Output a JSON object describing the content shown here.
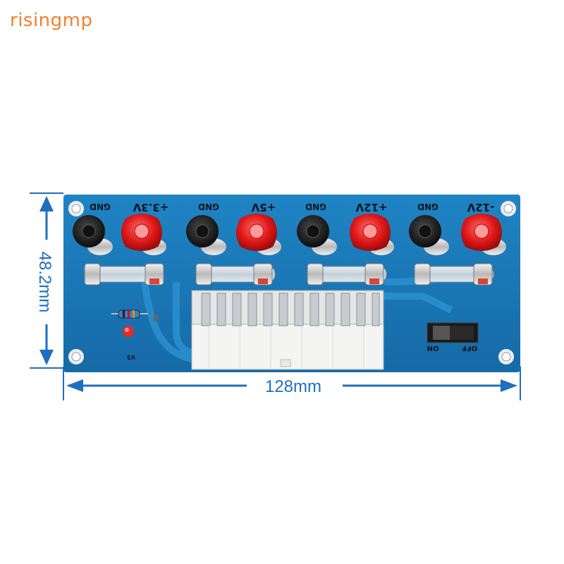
{
  "watermark": {
    "text": "risingmp",
    "color": "#f0822e"
  },
  "dimensions": {
    "width_label": "128mm",
    "height_label": "48.2mm",
    "color": "#1e6fc0"
  },
  "board": {
    "color": "#1a78b8",
    "terminals": [
      {
        "label": "GND",
        "color": "black"
      },
      {
        "label": "+3.3V",
        "color": "red"
      },
      {
        "label": "GND",
        "color": "black"
      },
      {
        "label": "+5V",
        "color": "red"
      },
      {
        "label": "GND",
        "color": "black"
      },
      {
        "label": "+12V",
        "color": "red"
      },
      {
        "label": "GND",
        "color": "black"
      },
      {
        "label": "-12V",
        "color": "red"
      }
    ],
    "switch_labels": {
      "on": "ON",
      "off": "OFF"
    },
    "version_mark": "V3"
  }
}
